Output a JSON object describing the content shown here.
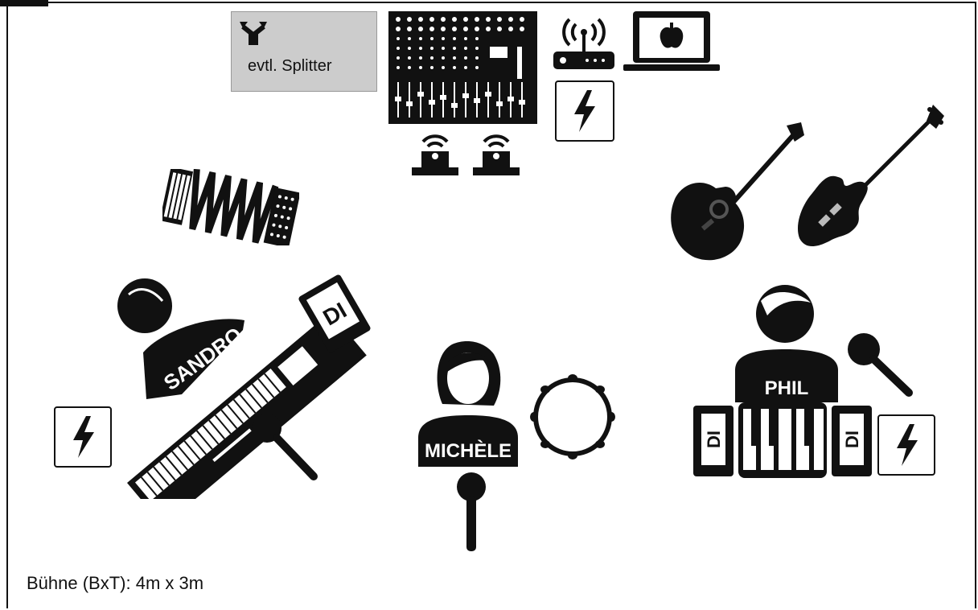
{
  "splitter": {
    "label": "evtl. Splitter",
    "icon": "split-arrow-icon"
  },
  "musicians": {
    "sandro": {
      "name": "SANDRO",
      "instrument": "keyboard-icon",
      "di": "DI"
    },
    "michele": {
      "name": "MICHÈLE",
      "instrument": "tambourine-icon"
    },
    "phil": {
      "name": "PHIL",
      "instrument": "keyboard-icon",
      "di_left": "DI",
      "di_right": "DI"
    }
  },
  "stage_info": {
    "dimensions_label": "Bühne (BxT): 4m x 3m"
  },
  "equipment": {
    "mixer": "mixer-icon",
    "wifi_router": "wifi-router-icon",
    "laptop": "laptop-icon",
    "wireless_receivers": [
      "wireless-receiver-icon",
      "wireless-receiver-icon"
    ],
    "power_outlets": [
      "power-icon",
      "power-icon",
      "power-icon"
    ],
    "instruments": [
      "accordion-icon",
      "acoustic-guitar-icon",
      "bass-guitar-icon"
    ]
  },
  "colors": {
    "ink": "#111111",
    "splitter_fill": "#cccccc",
    "label_text": "#ffffff"
  }
}
